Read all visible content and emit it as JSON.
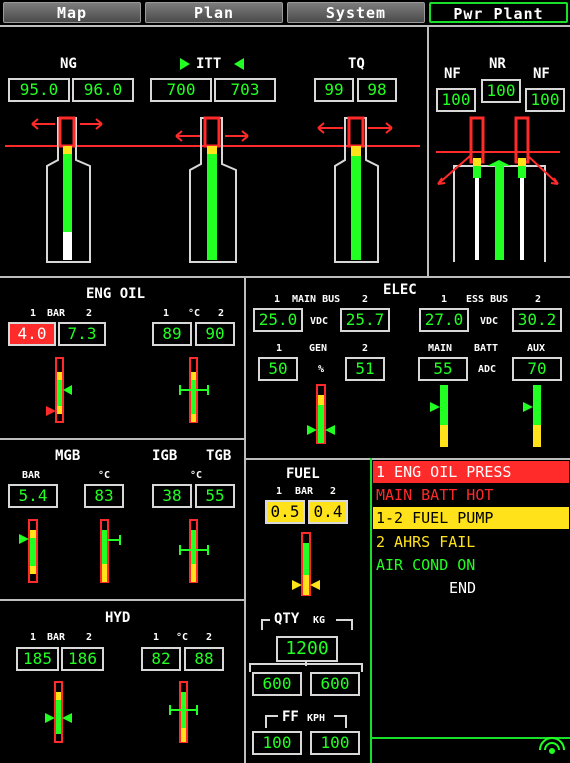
{
  "tabs": [
    {
      "label": "Map"
    },
    {
      "label": "Plan"
    },
    {
      "label": "System"
    },
    {
      "label": "Pwr Plant"
    }
  ],
  "engine": {
    "ng": {
      "label": "NG",
      "v1": "95.0",
      "v2": "96.0"
    },
    "itt": {
      "label": "ITT",
      "v1": "700",
      "v2": "703"
    },
    "tq": {
      "label": "TQ",
      "v1": "99",
      "v2": "98"
    }
  },
  "rotor": {
    "nf_left": "NF",
    "nr": "NR",
    "nf_right": "NF",
    "v1": "100",
    "v2": "100",
    "v3": "100"
  },
  "eng_oil": {
    "title": "ENG OIL",
    "left_hdr": [
      "1",
      "BAR",
      "2"
    ],
    "right_hdr": [
      "1",
      "°C",
      "2"
    ],
    "bar1": "4.0",
    "bar2": "7.3",
    "temp1": "89",
    "temp2": "90"
  },
  "elec": {
    "title": "ELEC",
    "main_bus_hdr": [
      "1",
      "MAIN BUS",
      "2"
    ],
    "ess_bus_hdr": [
      "1",
      "ESS BUS",
      "2"
    ],
    "vdc": "VDC",
    "main1": "25.0",
    "main2": "25.7",
    "ess1": "27.0",
    "ess2": "30.2",
    "gen_hdr": [
      "1",
      "GEN",
      "2"
    ],
    "pct": "%",
    "gen1": "50",
    "gen2": "51",
    "batt_hdr": [
      "MAIN",
      "BATT",
      "AUX"
    ],
    "adc": "ADC",
    "batt_main": "55",
    "batt_aux": "70"
  },
  "mgb": {
    "title": "MGB",
    "bar": "BAR",
    "degc": "°C",
    "v_bar": "5.4",
    "v_temp": "83"
  },
  "igb_tgb": {
    "igb": "IGB",
    "tgb": "TGB",
    "degc": "°C",
    "v_igb": "38",
    "v_tgb": "55"
  },
  "hyd": {
    "title": "HYD",
    "left_hdr": [
      "1",
      "BAR",
      "2"
    ],
    "right_hdr": [
      "1",
      "°C",
      "2"
    ],
    "bar1": "185",
    "bar2": "186",
    "temp1": "82",
    "temp2": "88"
  },
  "fuel": {
    "title": "FUEL",
    "hdr": [
      "1",
      "BAR",
      "2"
    ],
    "bar1": "0.5",
    "bar2": "0.4",
    "qty_label": "QTY",
    "qty_unit": "KG",
    "qty_total": "1200",
    "qty1": "600",
    "qty2": "600",
    "ff_label": "FF",
    "ff_unit": "KPH",
    "ff1": "100",
    "ff2": "100"
  },
  "cas": [
    {
      "text": "1 ENG OIL PRESS",
      "level": "warning"
    },
    {
      "text": "MAIN BATT HOT",
      "level": "warning-text"
    },
    {
      "text": "1-2 FUEL PUMP",
      "level": "caution"
    },
    {
      "text": "2 AHRS FAIL",
      "level": "caution-text"
    },
    {
      "text": "AIR COND ON",
      "level": "advisory"
    },
    {
      "text": "END",
      "level": "end"
    }
  ],
  "colors": {
    "green": "#22ff22",
    "red": "#ff2a2a",
    "amber": "#ffe21a",
    "white": "#ffffff",
    "frame": "#bdbdbd"
  },
  "icons": {
    "corner": "signal-icon"
  }
}
